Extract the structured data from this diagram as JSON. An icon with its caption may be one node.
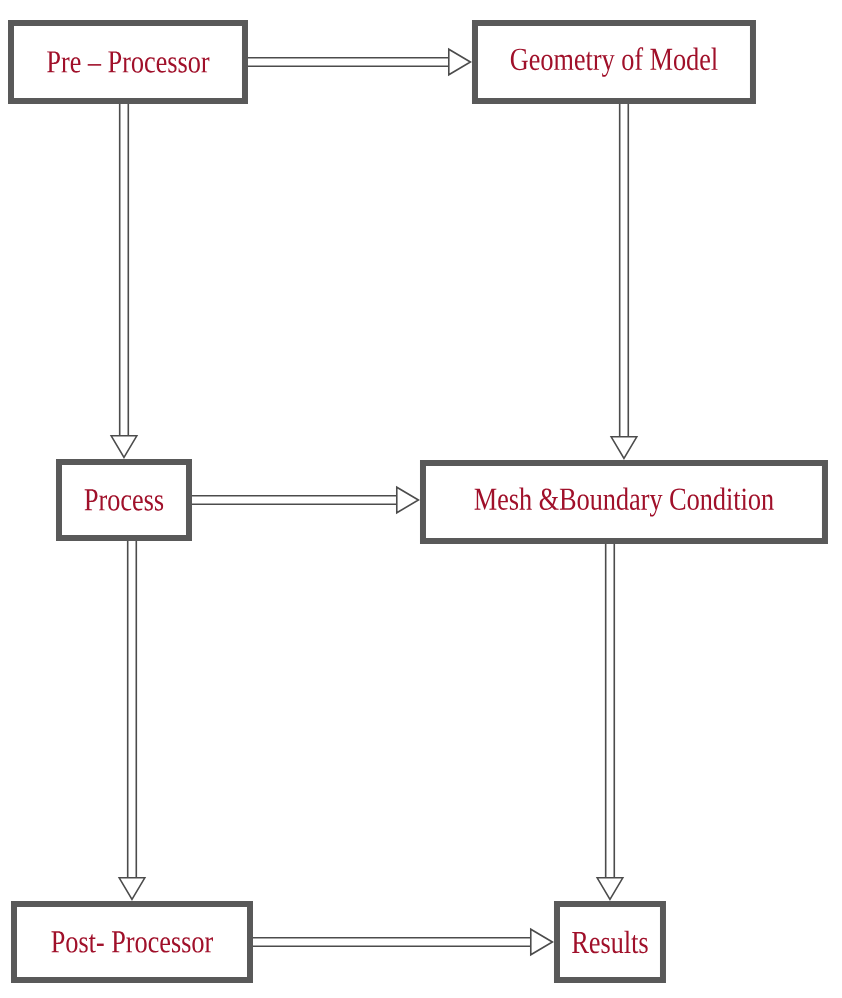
{
  "diagram": {
    "nodes": [
      {
        "text": [
          "Pre – Processor"
        ]
      },
      {
        "text": [
          "Geometry of Model"
        ]
      },
      {
        "text": [
          "Process"
        ]
      },
      {
        "text": [
          "Mesh &Boundary Condition"
        ]
      },
      {
        "text": [
          "Post- Processor"
        ]
      },
      {
        "text": [
          "Results"
        ]
      }
    ],
    "edges": [
      {
        "from": 0,
        "to": 1,
        "arrow": "to"
      },
      {
        "from": 0,
        "to": 2,
        "arrow": "to"
      },
      {
        "from": 1,
        "to": 3,
        "arrow": "to"
      },
      {
        "from": 2,
        "to": 3,
        "arrow": "to"
      },
      {
        "from": 2,
        "to": 4,
        "arrow": "to"
      },
      {
        "from": 3,
        "to": 5,
        "arrow": "to"
      },
      {
        "from": 4,
        "to": 5,
        "arrow": "to"
      }
    ]
  }
}
